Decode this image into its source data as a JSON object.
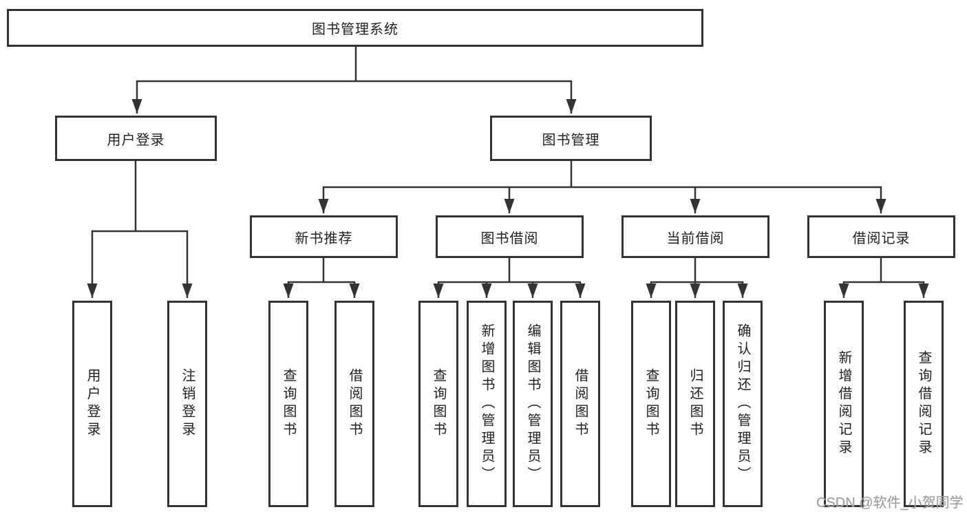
{
  "diagram": {
    "root": {
      "label": "图书管理系统"
    },
    "branches": [
      {
        "label": "用户登录",
        "children": [
          {
            "label": "用户登录"
          },
          {
            "label": "注销登录"
          }
        ]
      },
      {
        "label": "图书管理",
        "groups": [
          {
            "label": "新书推荐",
            "children": [
              {
                "label": "查询图书"
              },
              {
                "label": "借阅图书"
              }
            ]
          },
          {
            "label": "图书借阅",
            "children": [
              {
                "label": "查询图书"
              },
              {
                "label": "新增图书（管理员）"
              },
              {
                "label": "编辑图书（管理员）"
              },
              {
                "label": "借阅图书"
              }
            ]
          },
          {
            "label": "当前借阅",
            "children": [
              {
                "label": "查询图书"
              },
              {
                "label": "归还图书"
              },
              {
                "label": "确认归还（管理员）"
              }
            ]
          },
          {
            "label": "借阅记录",
            "children": [
              {
                "label": "新增借阅记录"
              },
              {
                "label": "查询借阅记录"
              }
            ]
          }
        ]
      }
    ]
  },
  "watermark": {
    "text": "CSDN @软件_小贺同学"
  },
  "colors": {
    "line": "#333333",
    "box_border": "#333333",
    "text": "#1f1f1f",
    "watermark": "#9d9d9d",
    "background": "#ffffff"
  }
}
